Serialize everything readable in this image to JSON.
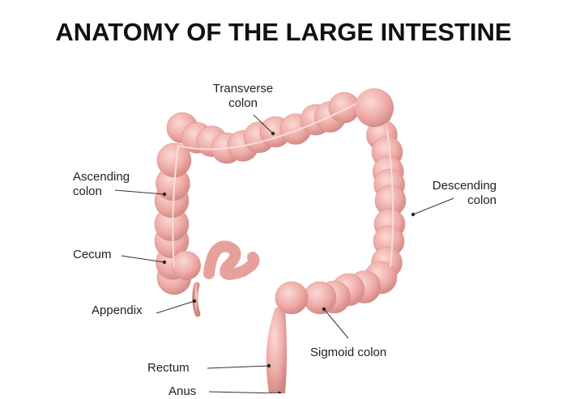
{
  "title": "ANATOMY OF THE LARGE INTESTINE",
  "labels": {
    "transverse": [
      "Transverse",
      "colon"
    ],
    "ascending": [
      "Ascending",
      "colon"
    ],
    "descending": [
      "Descending",
      "colon"
    ],
    "cecum": "Cecum",
    "appendix": "Appendix",
    "sigmoid": "Sigmoid colon",
    "rectum": "Rectum",
    "anus": "Anus"
  },
  "colors": {
    "tissue": "#e9a3a0",
    "tissue_light": "#f7cfcb",
    "tissue_dark": "#c97a78"
  }
}
